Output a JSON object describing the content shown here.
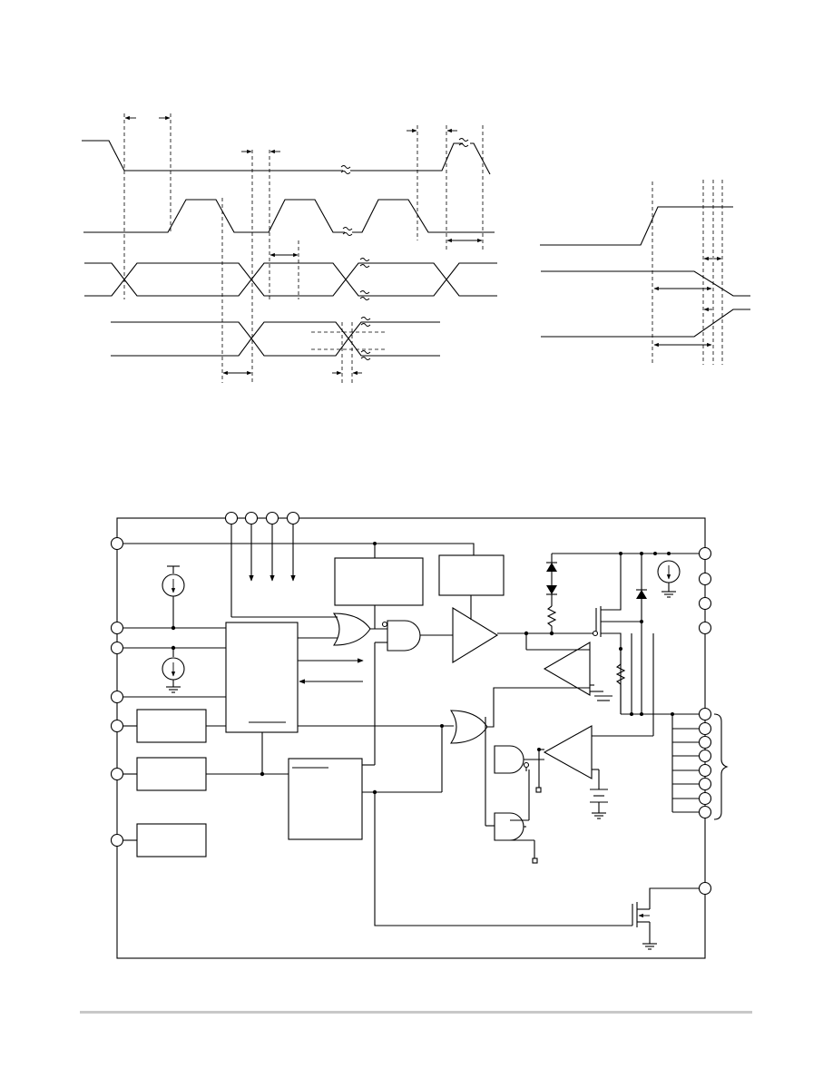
{
  "page": {
    "footer_rule_color": "#c8c8c8"
  },
  "figures": [
    {
      "id": "timing-diagram-left",
      "kind": "timing diagram",
      "text": []
    },
    {
      "id": "timing-diagram-right",
      "kind": "timing diagram",
      "text": []
    },
    {
      "id": "block-diagram",
      "kind": "functional block diagram",
      "text": []
    }
  ]
}
